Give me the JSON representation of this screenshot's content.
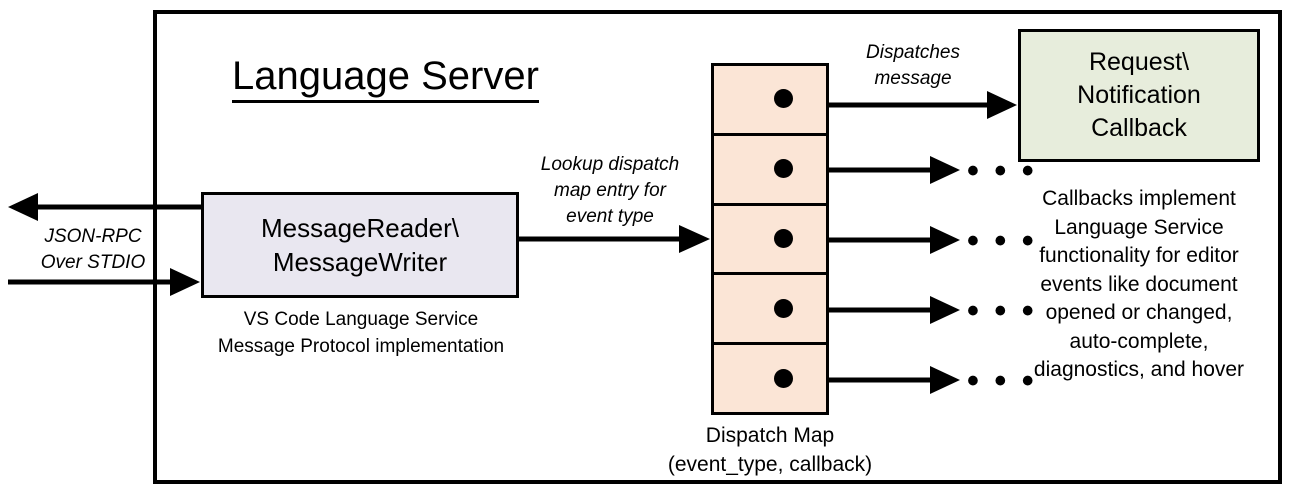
{
  "diagram": {
    "title": "Language Server",
    "frame_name": "language-server-boundary"
  },
  "external_io": {
    "label_line1": "JSON-RPC",
    "label_line2": "Over STDIO",
    "outbound_arrow": "arrow-out-left",
    "inbound_arrow": "arrow-in-right"
  },
  "message_io": {
    "box_line1": "MessageReader\\",
    "box_line2": "MessageWriter",
    "caption_line1": "VS Code Language Service",
    "caption_line2": "Message Protocol implementation",
    "fill": "#e9e7f0"
  },
  "lookup": {
    "label_line1": "Lookup dispatch",
    "label_line2": "map entry for",
    "label_line3": "event type"
  },
  "dispatch_map": {
    "caption_line1": "Dispatch Map",
    "caption_line2": "(event_type, callback)",
    "fill": "#fbe5d6",
    "rows": [
      {
        "id": "row-1",
        "dot": "entry-dot"
      },
      {
        "id": "row-2",
        "dot": "entry-dot"
      },
      {
        "id": "row-3",
        "dot": "entry-dot"
      },
      {
        "id": "row-4",
        "dot": "entry-dot"
      },
      {
        "id": "row-5",
        "dot": "entry-dot"
      }
    ]
  },
  "dispatch": {
    "label_line1": "Dispatches",
    "label_line2": "message"
  },
  "callback": {
    "box_line1": "Request\\",
    "box_line2": "Notification",
    "box_line3": "Callback",
    "fill": "#e7eddc",
    "caption_line1": "Callbacks implement",
    "caption_line2": "Language Service",
    "caption_line3": "functionality for editor",
    "caption_line4": "events like document",
    "caption_line5": "opened or changed,",
    "caption_line6": "auto-complete,",
    "caption_line7": "diagnostics, and hover"
  },
  "ellipsis": {
    "glyph": "• • •"
  },
  "colors": {
    "stroke": "#000000",
    "background": "#ffffff"
  }
}
